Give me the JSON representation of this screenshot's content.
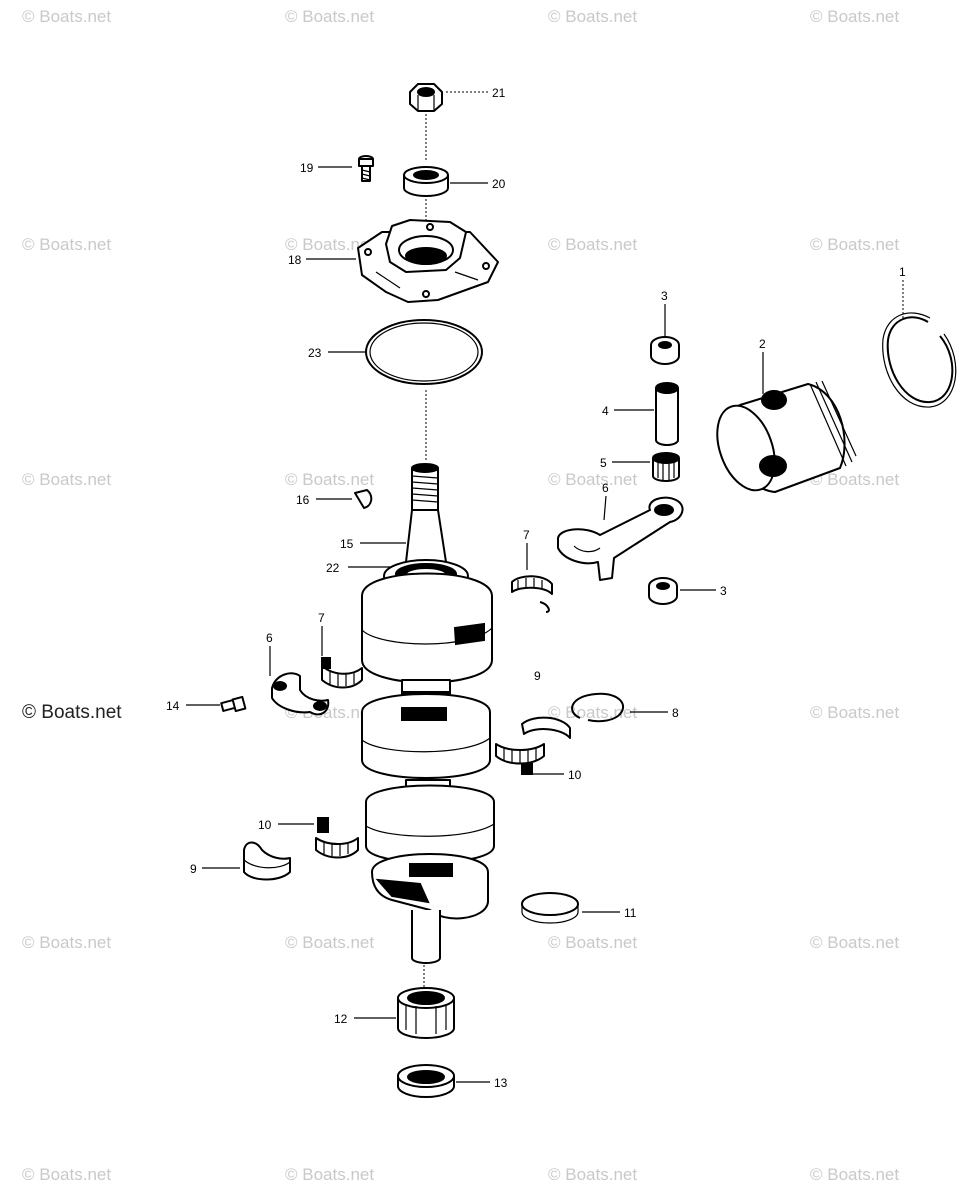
{
  "watermark": {
    "text": "© Boats.net"
  },
  "callouts": [
    {
      "id": "c21",
      "text": "21"
    },
    {
      "id": "c19",
      "text": "19"
    },
    {
      "id": "c20",
      "text": "20"
    },
    {
      "id": "c18",
      "text": "18"
    },
    {
      "id": "c23",
      "text": "23"
    },
    {
      "id": "c1",
      "text": "1"
    },
    {
      "id": "c3a",
      "text": "3"
    },
    {
      "id": "c2",
      "text": "2"
    },
    {
      "id": "c4",
      "text": "4"
    },
    {
      "id": "c5",
      "text": "5"
    },
    {
      "id": "c6a",
      "text": "6"
    },
    {
      "id": "c16",
      "text": "16"
    },
    {
      "id": "c15",
      "text": "15"
    },
    {
      "id": "c22",
      "text": "22"
    },
    {
      "id": "c7a",
      "text": "7"
    },
    {
      "id": "c3b",
      "text": "3"
    },
    {
      "id": "c7b",
      "text": "7"
    },
    {
      "id": "c6b",
      "text": "6"
    },
    {
      "id": "c9a",
      "text": "9"
    },
    {
      "id": "c14",
      "text": "14"
    },
    {
      "id": "c8",
      "text": "8"
    },
    {
      "id": "c10a",
      "text": "10"
    },
    {
      "id": "c10b",
      "text": "10"
    },
    {
      "id": "c9b",
      "text": "9"
    },
    {
      "id": "c11",
      "text": "11"
    },
    {
      "id": "c12",
      "text": "12"
    },
    {
      "id": "c13",
      "text": "13"
    }
  ]
}
